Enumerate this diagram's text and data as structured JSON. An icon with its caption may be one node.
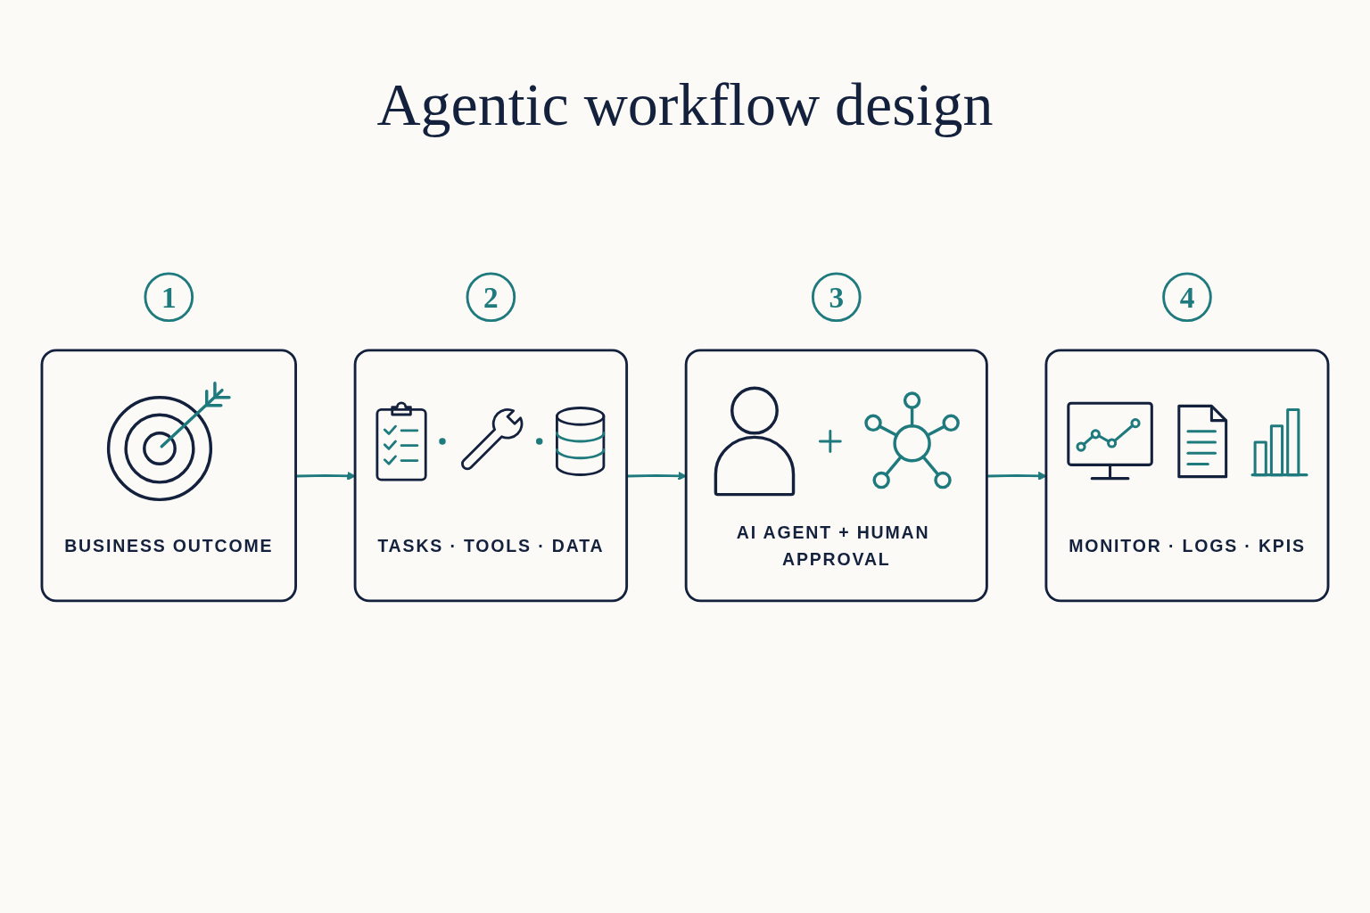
{
  "diagram": {
    "title": "Agentic workflow design",
    "nodes": [
      {
        "text": [
          "BUSINESS OUTCOME"
        ],
        "beside": [
          "1"
        ]
      },
      {
        "text": [
          "TASKS · TOOLS · DATA"
        ],
        "beside": [
          "2"
        ]
      },
      {
        "text": [
          "AI AGENT + HUMAN APPROVAL"
        ],
        "beside": [
          "3"
        ]
      },
      {
        "text": [
          "MONITOR · LOGS · KPIS"
        ],
        "beside": [
          "4"
        ]
      }
    ],
    "edges": [
      {
        "from": 0,
        "to": 1,
        "arrow": "to"
      },
      {
        "from": 1,
        "to": 2,
        "arrow": "to"
      },
      {
        "from": 2,
        "to": 3,
        "arrow": "to"
      }
    ]
  }
}
